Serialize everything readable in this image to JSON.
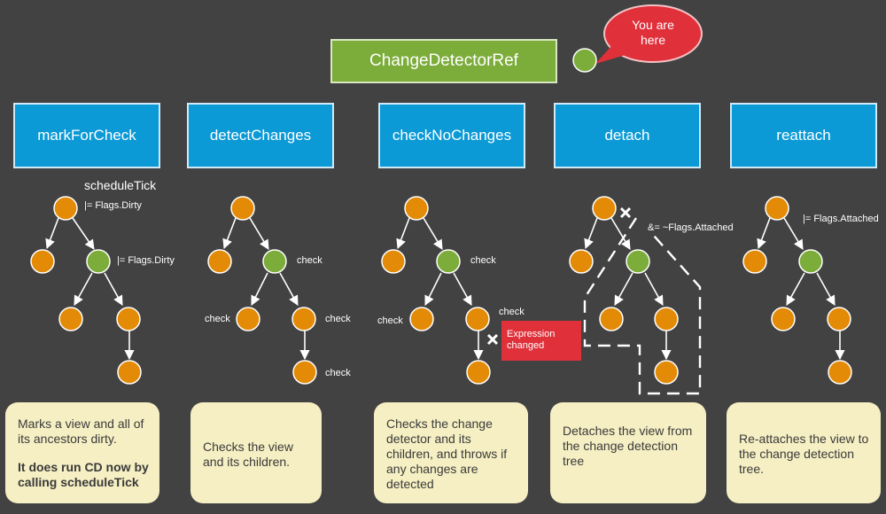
{
  "root": {
    "label": "ChangeDetectorRef"
  },
  "callout": {
    "text_line1": "You are",
    "text_line2": "here"
  },
  "methods": [
    {
      "label": "markForCheck"
    },
    {
      "label": "detectChanges"
    },
    {
      "label": "checkNoChanges"
    },
    {
      "label": "detach"
    },
    {
      "label": "reattach"
    }
  ],
  "annotations": {
    "schedule_tick": "scheduleTick",
    "flags_dirty": "|= Flags.Dirty",
    "check": "check",
    "flags_not_attached": "&= ~Flags.Attached",
    "flags_attached": "|= Flags.Attached",
    "expression_changed_line1": "Expression",
    "expression_changed_line2": "changed"
  },
  "notes": [
    {
      "text": "Marks a view and all of its ancestors dirty.",
      "strong": "It does run CD now by calling scheduleTick"
    },
    {
      "text": "Checks the view and its children."
    },
    {
      "text": "Checks the change detector and its children, and throws if any changes are detected"
    },
    {
      "text": "Detaches the view from the change detection tree"
    },
    {
      "text": "Re-attaches the view to the change detection tree."
    }
  ],
  "colors": {
    "background": "#424242",
    "root_box": "#7cac3a",
    "method_box": "#0b9ad6",
    "node_orange": "#e38b06",
    "node_green": "#7cac3a",
    "note_bg": "#f5efc3",
    "error_red": "#e0303a",
    "callout_red": "#e0303a"
  }
}
